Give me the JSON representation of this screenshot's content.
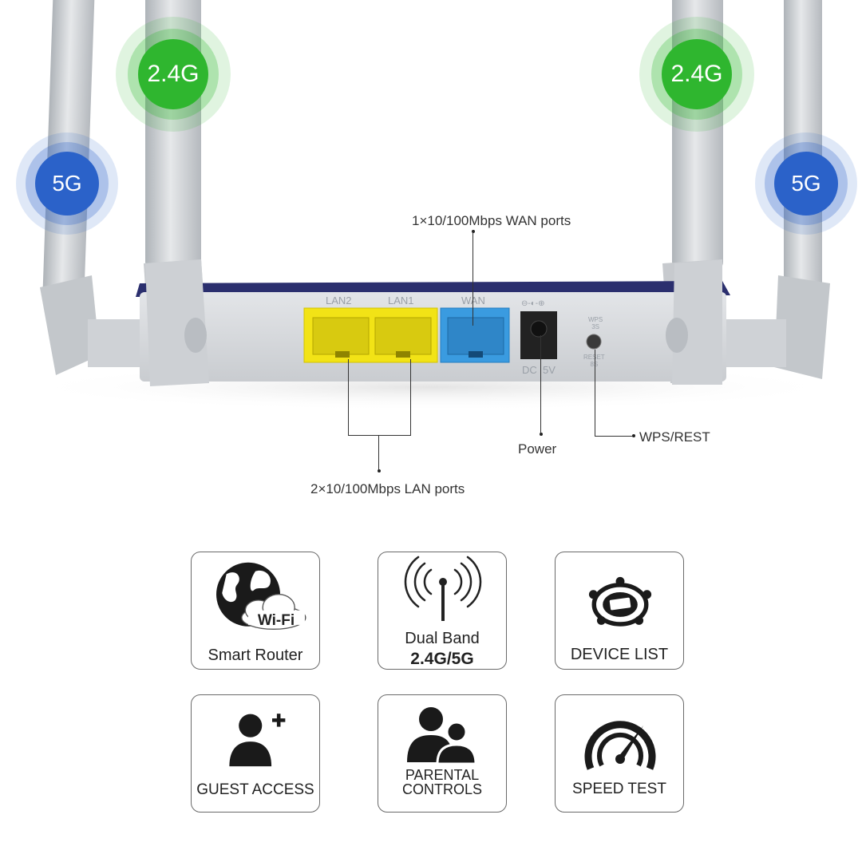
{
  "badges": {
    "left_24": "2.4G",
    "left_5": "5G",
    "right_24": "2.4G",
    "right_5": "5G",
    "colors": {
      "green": "#2fb62f",
      "blue": "#2b62c9"
    }
  },
  "router": {
    "port_labels": {
      "lan2": "LAN2",
      "lan1": "LAN1",
      "wan": "WAN",
      "dc": "DC  5V",
      "wps_top": "WPS\n3S",
      "reset": "RESET\n8S"
    },
    "colors": {
      "lan": "#f2e316",
      "wan": "#3a9be0",
      "body": "#d9dcdf",
      "top": "#2b2f6e"
    }
  },
  "callouts": {
    "wan": "1×10/100Mbps WAN ports",
    "lan": "2×10/100Mbps LAN ports",
    "power": "Power",
    "wps": "WPS/REST"
  },
  "features": [
    {
      "label": "Smart Router",
      "icon": "globe-wifi-icon",
      "badge": "Wi-Fi"
    },
    {
      "label": "Dual Band",
      "sublabel": "2.4G/5G",
      "icon": "antenna-signal-icon"
    },
    {
      "label": "DEVICE LIST",
      "icon": "device-list-icon"
    },
    {
      "label": "GUEST ACCESS",
      "icon": "add-user-icon"
    },
    {
      "label": "PARENTAL",
      "label2": "CONTROLS",
      "icon": "parental-controls-icon"
    },
    {
      "label": "SPEED TEST",
      "icon": "speedometer-icon"
    }
  ]
}
